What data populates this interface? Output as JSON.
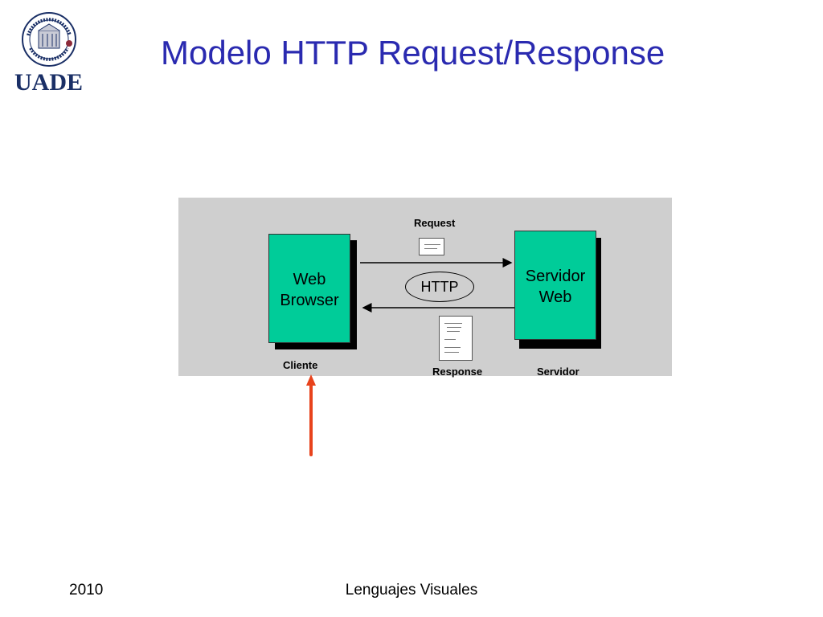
{
  "slide": {
    "title": "Modelo HTTP Request/Response",
    "logo_text": "UADE",
    "logo_seal_text": "UNIVERSIDAD ARGENTINA DE LA EMPRESA"
  },
  "diagram": {
    "client_box": {
      "line1": "Web",
      "line2": "Browser"
    },
    "server_box": {
      "line1": "Servidor",
      "line2": "Web"
    },
    "protocol": "HTTP",
    "request_label": "Request",
    "response_label": "Response",
    "client_label": "Cliente",
    "server_label": "Servidor",
    "box_color": "#00cc99",
    "panel_color": "#cfcfcf",
    "highlight_arrow_color": "#e8431c"
  },
  "footer": {
    "year": "2010",
    "course": "Lenguajes Visuales"
  },
  "icons": {
    "request_document": "document-icon",
    "response_document": "document-icon",
    "pointer_arrow": "arrow-up-icon"
  }
}
